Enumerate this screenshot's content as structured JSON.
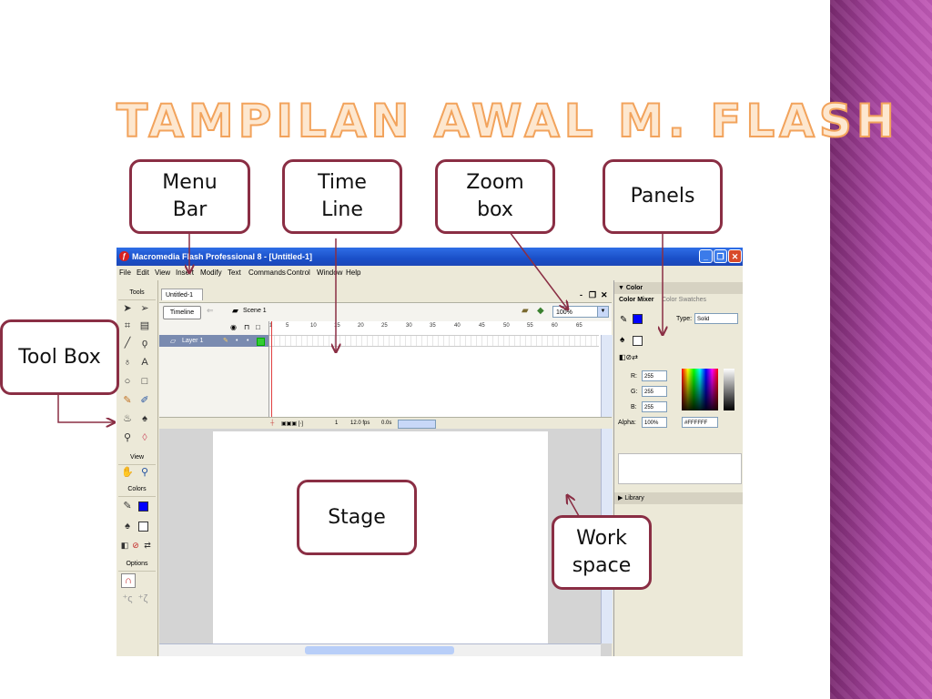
{
  "slide": {
    "title": "TAMPILAN AWAL M. FLASH",
    "accent_color": "#8a2e44",
    "band_color": "#b04aa8"
  },
  "callouts": {
    "menu_bar": "Menu\nBar",
    "time_line": "Time\nLine",
    "zoom_box": "Zoom\nbox",
    "panels": "Panels",
    "tool_box": "Tool Box",
    "stage": "Stage",
    "work_space": "Work\nspace"
  },
  "window": {
    "title": "Macromedia Flash Professional 8 - [Untitled-1]",
    "menus": [
      "File",
      "Edit",
      "View",
      "Insert",
      "Modify",
      "Text",
      "Commands",
      "Control",
      "Window",
      "Help"
    ]
  },
  "toolbox": {
    "tools_label": "Tools",
    "view_label": "View",
    "colors_label": "Colors",
    "options_label": "Options",
    "stroke_color": "#333333",
    "fill_color": "#0000ff"
  },
  "document": {
    "tab": "Untitled-1",
    "timeline_button": "Timeline",
    "scene": "Scene 1",
    "zoom": "100%",
    "layer_name": "Layer 1",
    "frame_numbers": [
      "1",
      "5",
      "10",
      "15",
      "20",
      "25",
      "30",
      "35",
      "40",
      "45",
      "50",
      "55",
      "60",
      "65"
    ],
    "current_frame": "1",
    "fps": "12.0 fps",
    "elapsed": "0.0s"
  },
  "panels": {
    "color_header": "Color",
    "tab_mixer": "Color Mixer",
    "tab_swatches": "Color Swatches",
    "type_label": "Type:",
    "type_value": "Solid",
    "r_label": "R:",
    "r_value": "255",
    "g_label": "G:",
    "g_value": "255",
    "b_label": "B:",
    "b_value": "255",
    "alpha_label": "Alpha:",
    "alpha_value": "100%",
    "hex_value": "#FFFFFF",
    "library_header": "Library"
  }
}
